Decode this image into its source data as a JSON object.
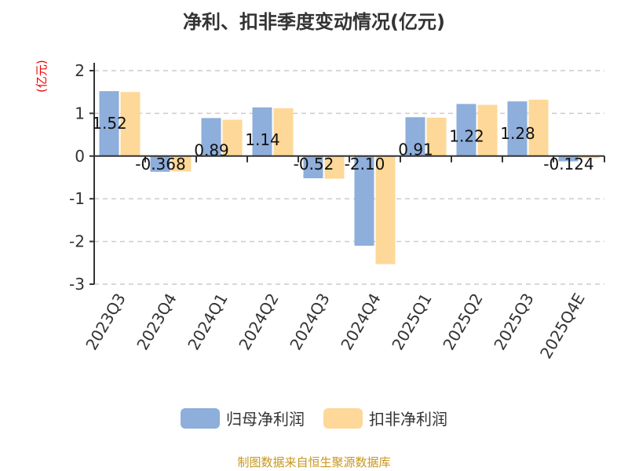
{
  "chart_data": {
    "type": "bar",
    "title": "净利、扣非季度变动情况(亿元)",
    "ylabel": "(亿元)",
    "categories": [
      "2023Q3",
      "2023Q4",
      "2024Q1",
      "2024Q2",
      "2024Q3",
      "2024Q4",
      "2025Q1",
      "2025Q2",
      "2025Q3",
      "2025Q4E"
    ],
    "series": [
      {
        "name": "归母净利润",
        "color": "#8eaedb",
        "values": [
          1.52,
          -0.368,
          0.89,
          1.14,
          -0.52,
          -2.1,
          0.91,
          1.22,
          1.28,
          -0.124
        ],
        "labels": [
          "1.52",
          "-0.368",
          "0.89",
          "1.14",
          "-0.52",
          "-2.10",
          "0.91",
          "1.22",
          "1.28",
          "-0.124"
        ]
      },
      {
        "name": "扣非净利润",
        "color": "#fed898",
        "values": [
          1.5,
          -0.36,
          0.85,
          1.12,
          -0.53,
          -2.53,
          0.9,
          1.2,
          1.32,
          -0.05
        ]
      }
    ],
    "ylim": [
      -3,
      2
    ],
    "yticks": [
      "2",
      "1",
      "0",
      "-1",
      "-2",
      "-3"
    ],
    "grid": true,
    "legend_position": "bottom"
  },
  "source": "制图数据来自恒生聚源数据库"
}
